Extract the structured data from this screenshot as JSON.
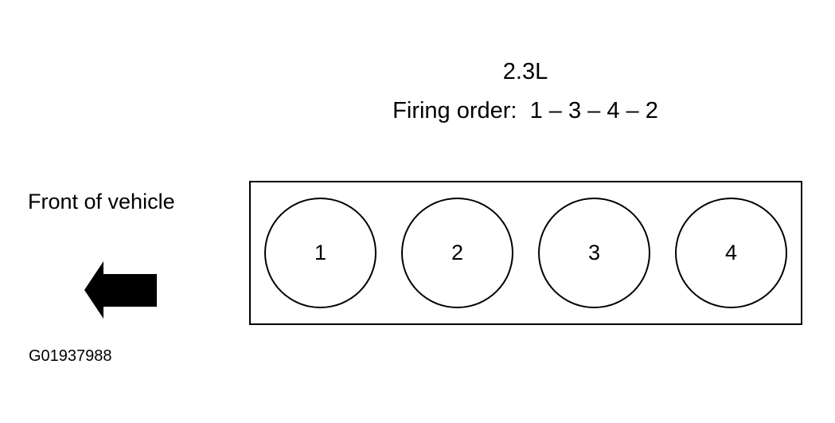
{
  "engine_size": "2.3L",
  "firing_order": "Firing order:  1 – 3 – 4 – 2",
  "front_label": "Front of vehicle",
  "figure_id": "G01937988",
  "arrow_icon": "left-arrow-icon",
  "cylinders": [
    {
      "number": "1"
    },
    {
      "number": "2"
    },
    {
      "number": "3"
    },
    {
      "number": "4"
    }
  ],
  "colors": {
    "line": "#000000",
    "background": "#ffffff"
  }
}
